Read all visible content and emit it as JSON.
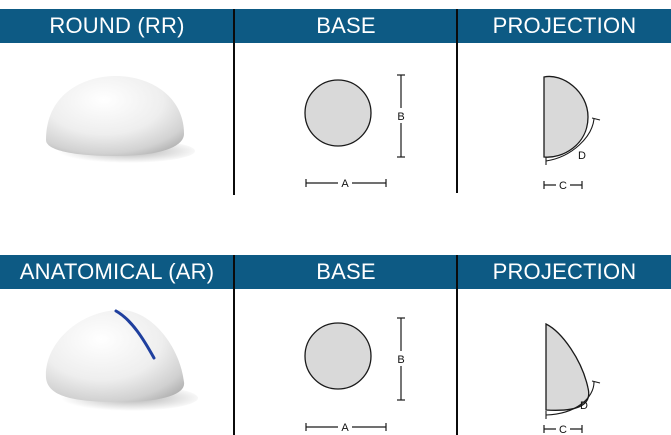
{
  "colors": {
    "header_bg": "#0d5a84",
    "header_text": "#ffffff",
    "shape_fill": "#d9d9d9",
    "shape_stroke": "#1a1a1a",
    "seam_line": "#1f3f9e"
  },
  "sections": [
    {
      "headers": {
        "type": "ROUND (RR)",
        "base": "BASE",
        "projection": "PROJECTION"
      },
      "base_labels": {
        "width": "A",
        "height": "B"
      },
      "projection_labels": {
        "depth": "C",
        "arc": "D"
      },
      "implant_icon": "round-implant-icon"
    },
    {
      "headers": {
        "type": "ANATOMICAL (AR)",
        "base": "BASE",
        "projection": "PROJECTION"
      },
      "base_labels": {
        "width": "A",
        "height": "B"
      },
      "projection_labels": {
        "depth": "C",
        "arc": "D"
      },
      "implant_icon": "anatomical-implant-icon"
    }
  ]
}
